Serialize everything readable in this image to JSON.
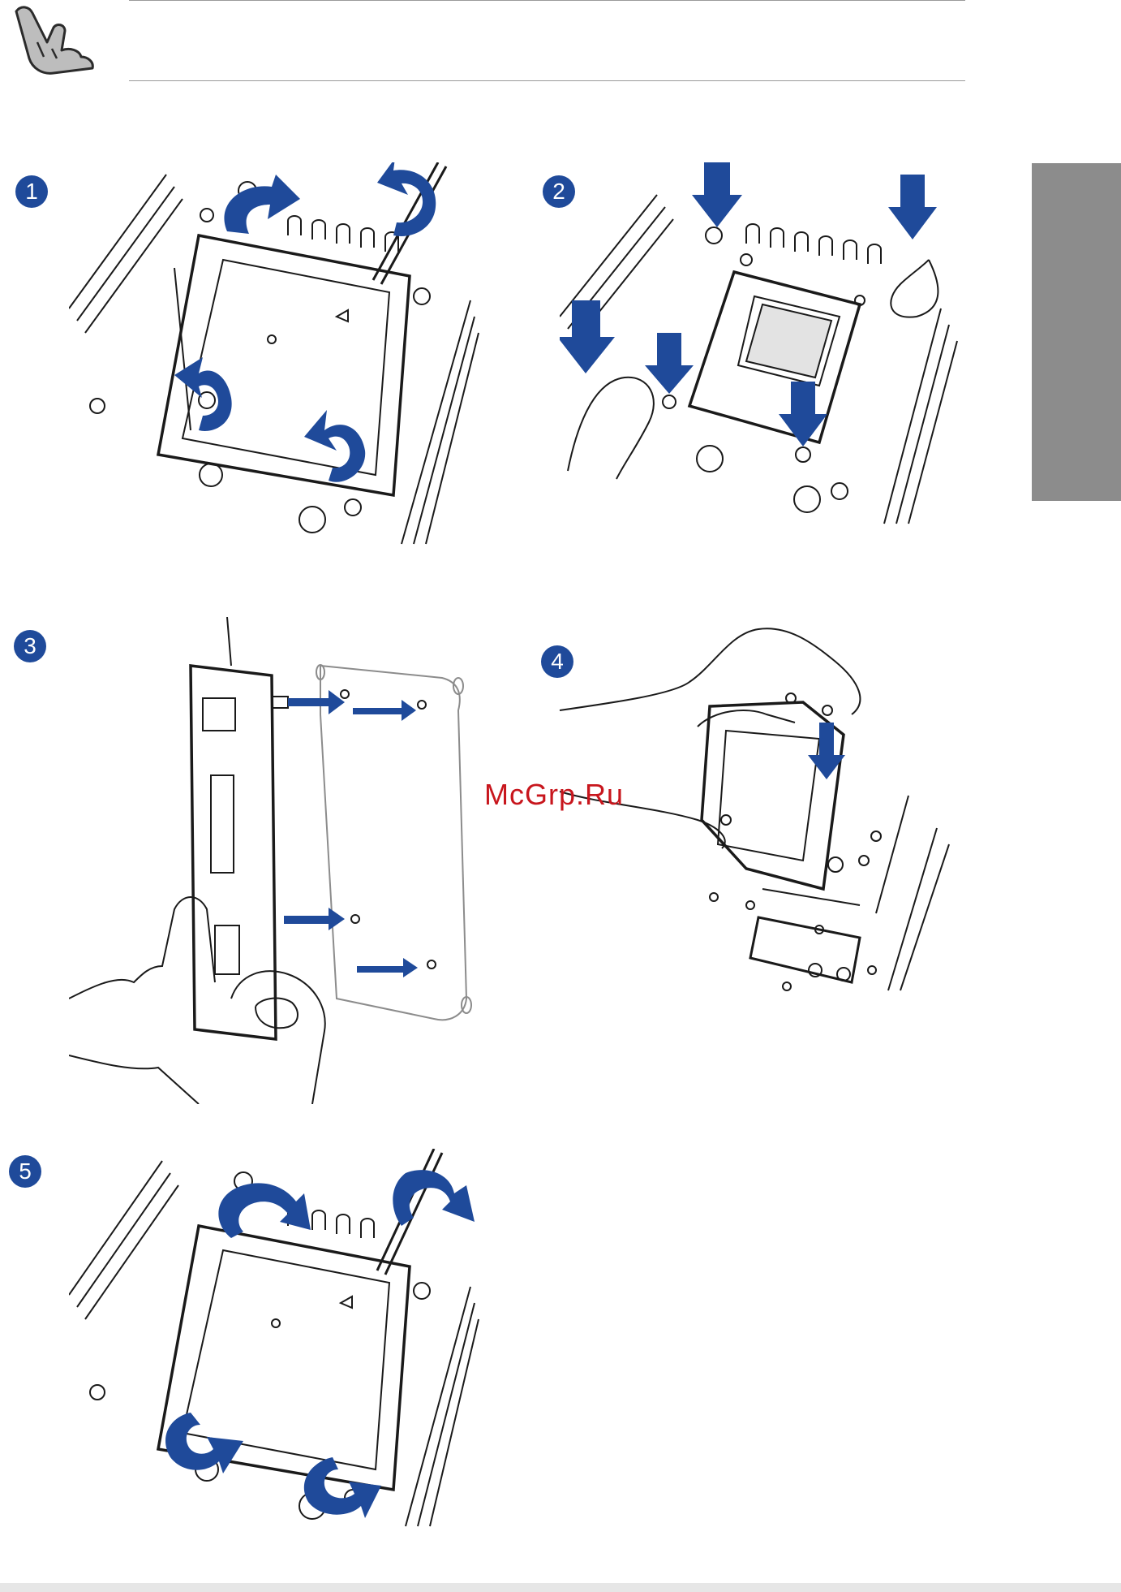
{
  "header": {
    "note_icon": "pointing-hand-icon",
    "note_text": ""
  },
  "steps": [
    {
      "number": "1"
    },
    {
      "number": "2"
    },
    {
      "number": "3"
    },
    {
      "number": "4"
    },
    {
      "number": "5"
    }
  ],
  "watermark": {
    "text": "McGrp.Ru"
  },
  "colors": {
    "accent": "#1f4a9a",
    "side_tab": "#8c8c8c",
    "watermark": "#c8161d",
    "line": "#1a1a1a"
  }
}
